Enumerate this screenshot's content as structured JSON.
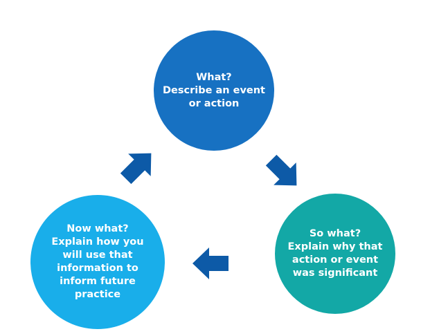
{
  "diagram": {
    "nodes": [
      {
        "id": "what",
        "lines": [
          "What?",
          "Describe an event",
          "or action"
        ],
        "color": "#1771c2"
      },
      {
        "id": "so-what",
        "lines": [
          "So what?",
          "Explain why that",
          "action or event",
          "was significant"
        ],
        "color": "#13a8a6"
      },
      {
        "id": "now-what",
        "lines": [
          "Now what?",
          "Explain how you",
          "will use that",
          "information to",
          "inform future",
          "practice"
        ],
        "color": "#19aeea"
      }
    ],
    "arrows": [
      {
        "from": "what",
        "to": "so-what",
        "direction": "down-right",
        "color": "#0d5aa7"
      },
      {
        "from": "so-what",
        "to": "now-what",
        "direction": "left",
        "color": "#0d5aa7"
      },
      {
        "from": "now-what",
        "to": "what",
        "direction": "up-right",
        "color": "#0d5aa7"
      }
    ]
  }
}
